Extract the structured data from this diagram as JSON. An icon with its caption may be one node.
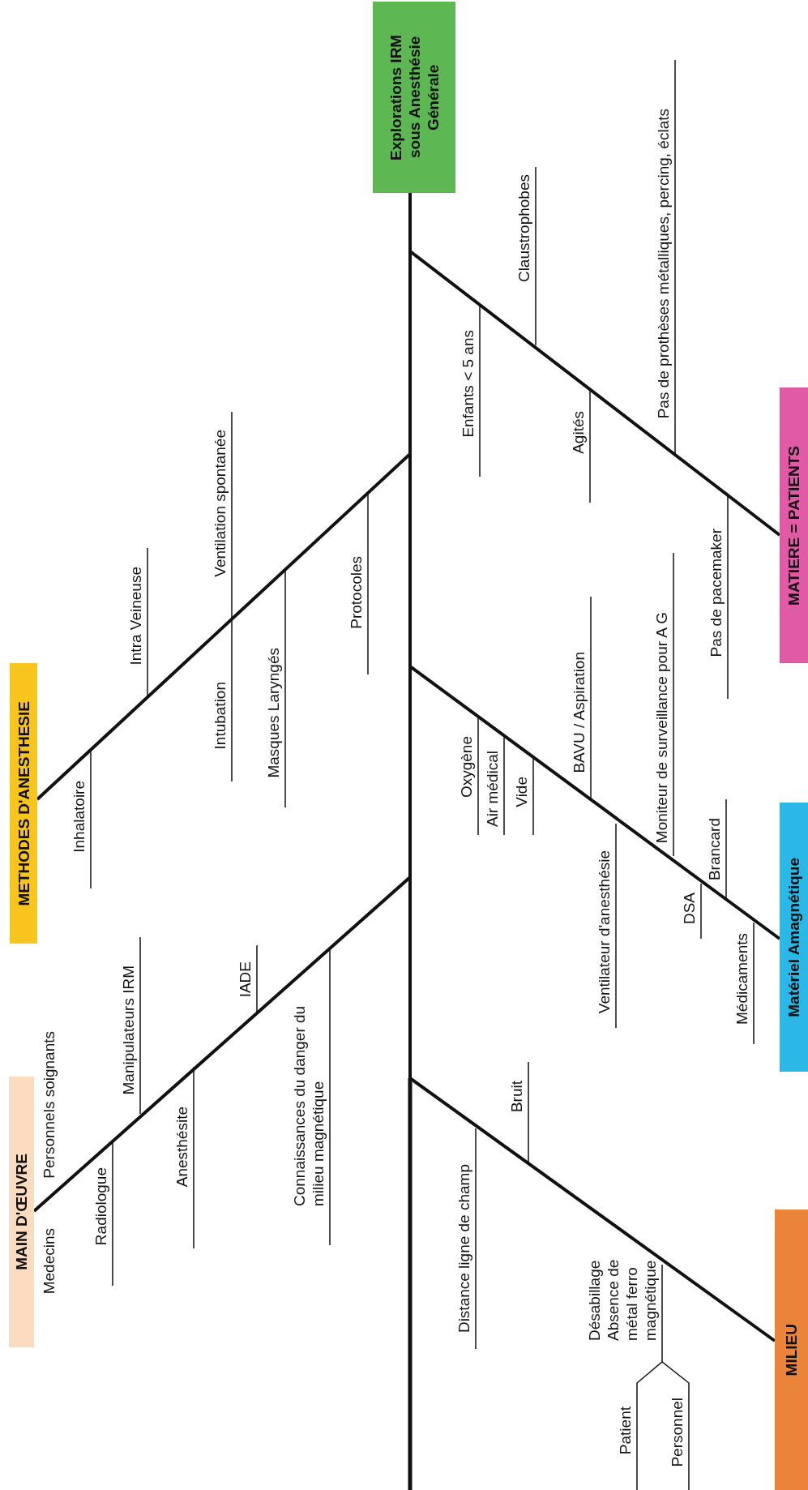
{
  "diagram": {
    "nodes": [
      {
        "text": [
          "Explorations IRM sous Anesthésie Générale"
        ]
      },
      {
        "text": [
          "MAIN D'ŒUVRE"
        ]
      },
      {
        "text": [
          "METHODES D'ANESTHESIE"
        ]
      },
      {
        "text": [
          "MILIEU"
        ]
      },
      {
        "text": [
          "Matériel Amagnétique"
        ]
      },
      {
        "text": [
          "MATIERE = PATIENTS"
        ]
      }
    ],
    "edges": [
      {
        "from": 1,
        "to": 0,
        "arrow": "none"
      },
      {
        "from": 2,
        "to": 0,
        "arrow": "none"
      },
      {
        "from": 3,
        "to": 0,
        "arrow": "none"
      },
      {
        "from": 4,
        "to": 0,
        "arrow": "none"
      },
      {
        "from": 5,
        "to": 0,
        "arrow": "none"
      }
    ],
    "labels": [
      "Medecins",
      "Personnels soignants",
      "Radiologue",
      "Manipulateurs IRM",
      "Anesthésite",
      "IADE",
      "Connaissances du danger du milieu magnétique",
      "Inhalatoire",
      "Intra Veineuse",
      "Intubation",
      "Ventilation spontanée",
      "Masques Laryngés",
      "Protocoles",
      "Distance ligne de champ",
      "Bruit",
      "Désabillage Absence de métal ferro magnétique",
      "Patient",
      "Personnel",
      "Oxygène",
      "Air médical",
      "Vide",
      "BAVU / Aspiration",
      "Ventilateur d'anesthésie",
      "Moniteur de surveillance pour A G",
      "DSA",
      "Brancard",
      "Médicaments",
      "Enfants < 5 ans",
      "Claustrophobes",
      "Agités",
      "Pas de prothèses métalliques, percing, éclats",
      "Pas de pacemaker"
    ]
  }
}
